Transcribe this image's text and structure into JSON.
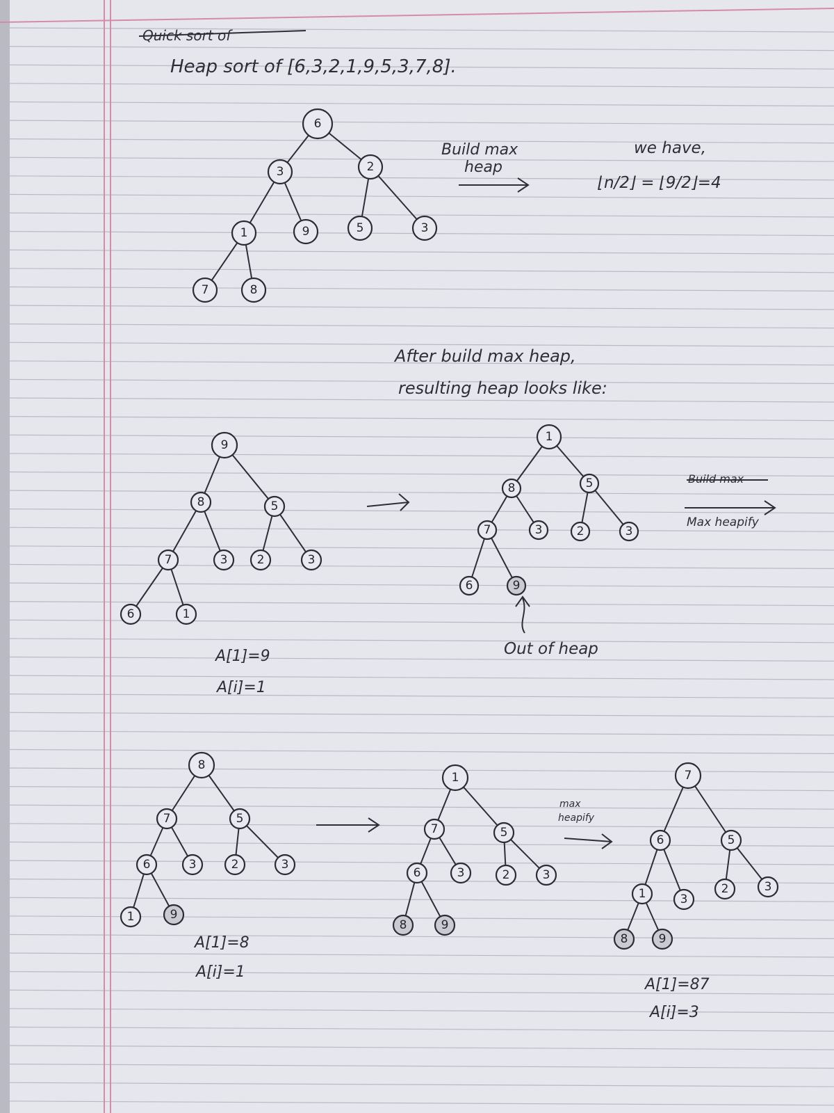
{
  "page": {
    "struck_title": "Quick sort of",
    "title": "Heap sort of [6,3,2,1,9,5,3,7,8].",
    "build_max_label_1": "Build max",
    "build_max_label_2": "heap",
    "note_line_1": "we have,",
    "note_line_2": "⌊n/2⌋ = ⌊9/2⌋=4",
    "after_line_1": "After build max heap,",
    "after_line_2": "resulting heap looks like:",
    "struck_label": "Build max",
    "maxheapify_label": "Max heapify",
    "out_of_heap_label": "Out of heap",
    "a1_first": "A[1]=9",
    "ai_first": "A[i]=1",
    "a1_second": "A[1]=8",
    "ai_second": "A[i]=1",
    "maxheapify_small_1": "max",
    "maxheapify_small_2": "heapify",
    "a1_third": "A[1]=87",
    "ai_third": "A[i]=3",
    "tree_initial": [
      "6",
      "3",
      "2",
      "1",
      "9",
      "5",
      "3",
      "7",
      "8"
    ],
    "tree_maxheap": [
      "9",
      "8",
      "5",
      "7",
      "3",
      "2",
      "3",
      "6",
      "1"
    ],
    "tree_swap1": [
      "1",
      "8",
      "5",
      "7",
      "3",
      "2",
      "3",
      "6",
      "9"
    ],
    "tree_heap2": [
      "8",
      "7",
      "5",
      "6",
      "3",
      "2",
      "3",
      "1",
      "9"
    ],
    "tree_swap2": [
      "1",
      "7",
      "5",
      "6",
      "3",
      "2",
      "3",
      "8",
      "9"
    ],
    "tree_heap3": [
      "7",
      "6",
      "5",
      "1",
      "3",
      "2",
      "3",
      "8",
      "9"
    ]
  }
}
